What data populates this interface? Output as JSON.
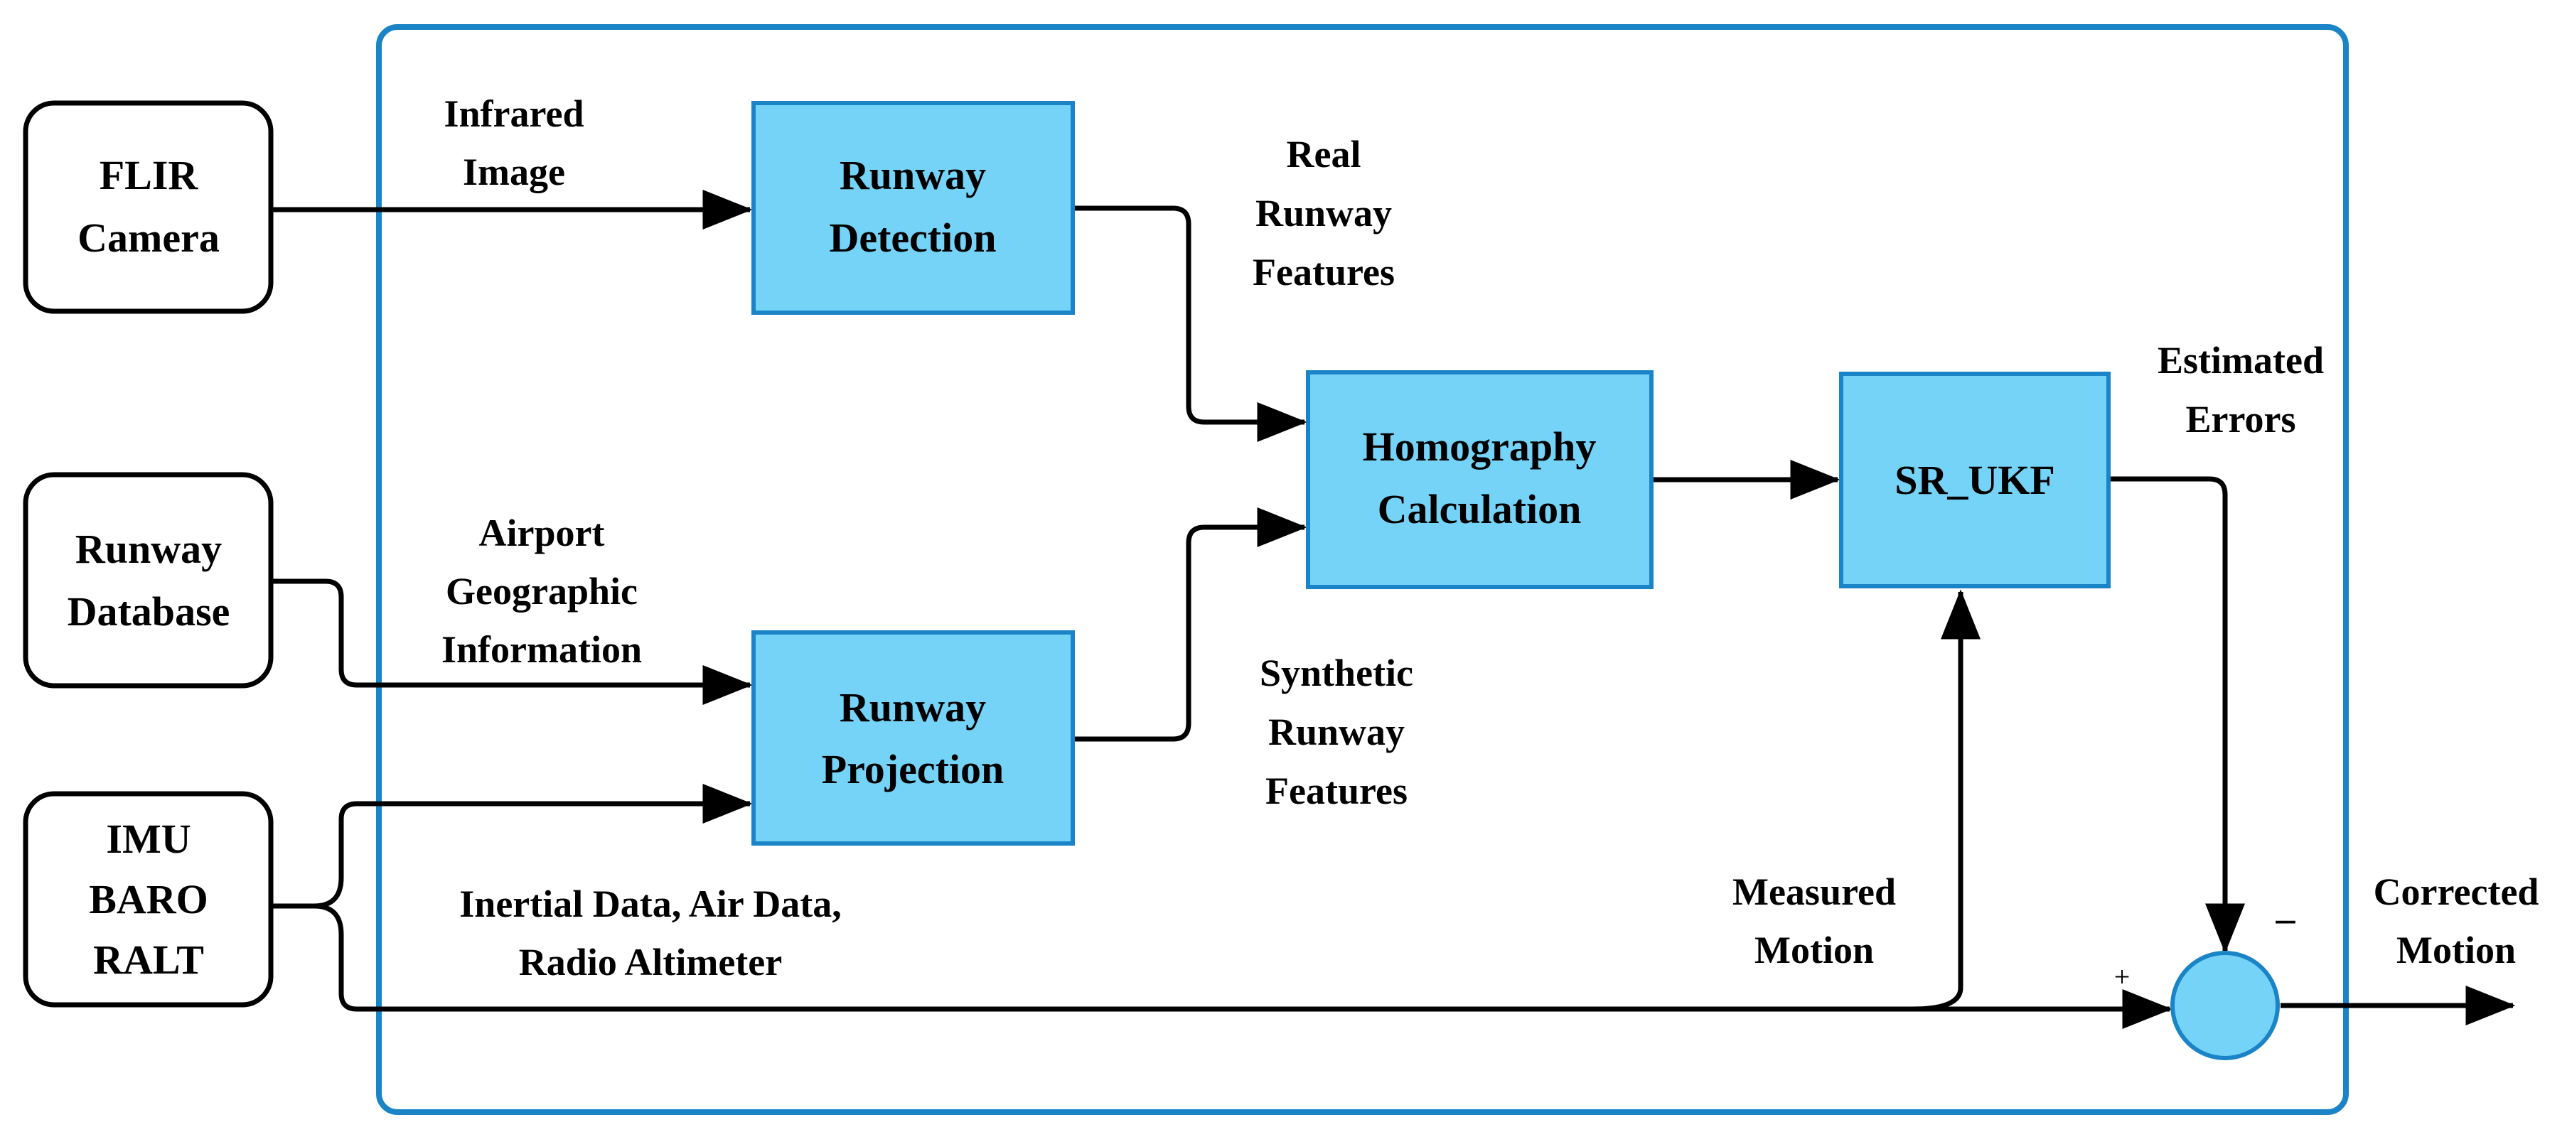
{
  "colors": {
    "block_fill": "#74d3f7",
    "block_border": "#1a84c6",
    "frame_border": "#1a84c6",
    "line": "#000000"
  },
  "sources": {
    "flir": [
      "FLIR",
      "Camera"
    ],
    "runway_db": [
      "Runway",
      "Database"
    ],
    "imu": [
      "IMU",
      "BARO",
      "RALT"
    ]
  },
  "blocks": {
    "runway_detection": [
      "Runway",
      "Detection"
    ],
    "runway_projection": [
      "Runway",
      "Projection"
    ],
    "homography": [
      "Homography",
      "Calculation"
    ],
    "sr_ukf": [
      "SR_UKF"
    ]
  },
  "labels": {
    "infrared_image": [
      "Infrared",
      "Image"
    ],
    "real_features": [
      "Real",
      "Runway",
      "Features"
    ],
    "airport_geo": [
      "Airport",
      "Geographic",
      "Information"
    ],
    "synthetic_features": [
      "Synthetic",
      "Runway",
      "Features"
    ],
    "estimated_errors": [
      "Estimated",
      "Errors"
    ],
    "inertial_data": [
      "Inertial Data, Air Data,",
      "Radio Altimeter"
    ],
    "measured_motion": [
      "Measured",
      "Motion"
    ],
    "corrected_motion": [
      "Corrected",
      "Motion"
    ]
  },
  "junction": {
    "plus": "+",
    "minus": "–"
  }
}
